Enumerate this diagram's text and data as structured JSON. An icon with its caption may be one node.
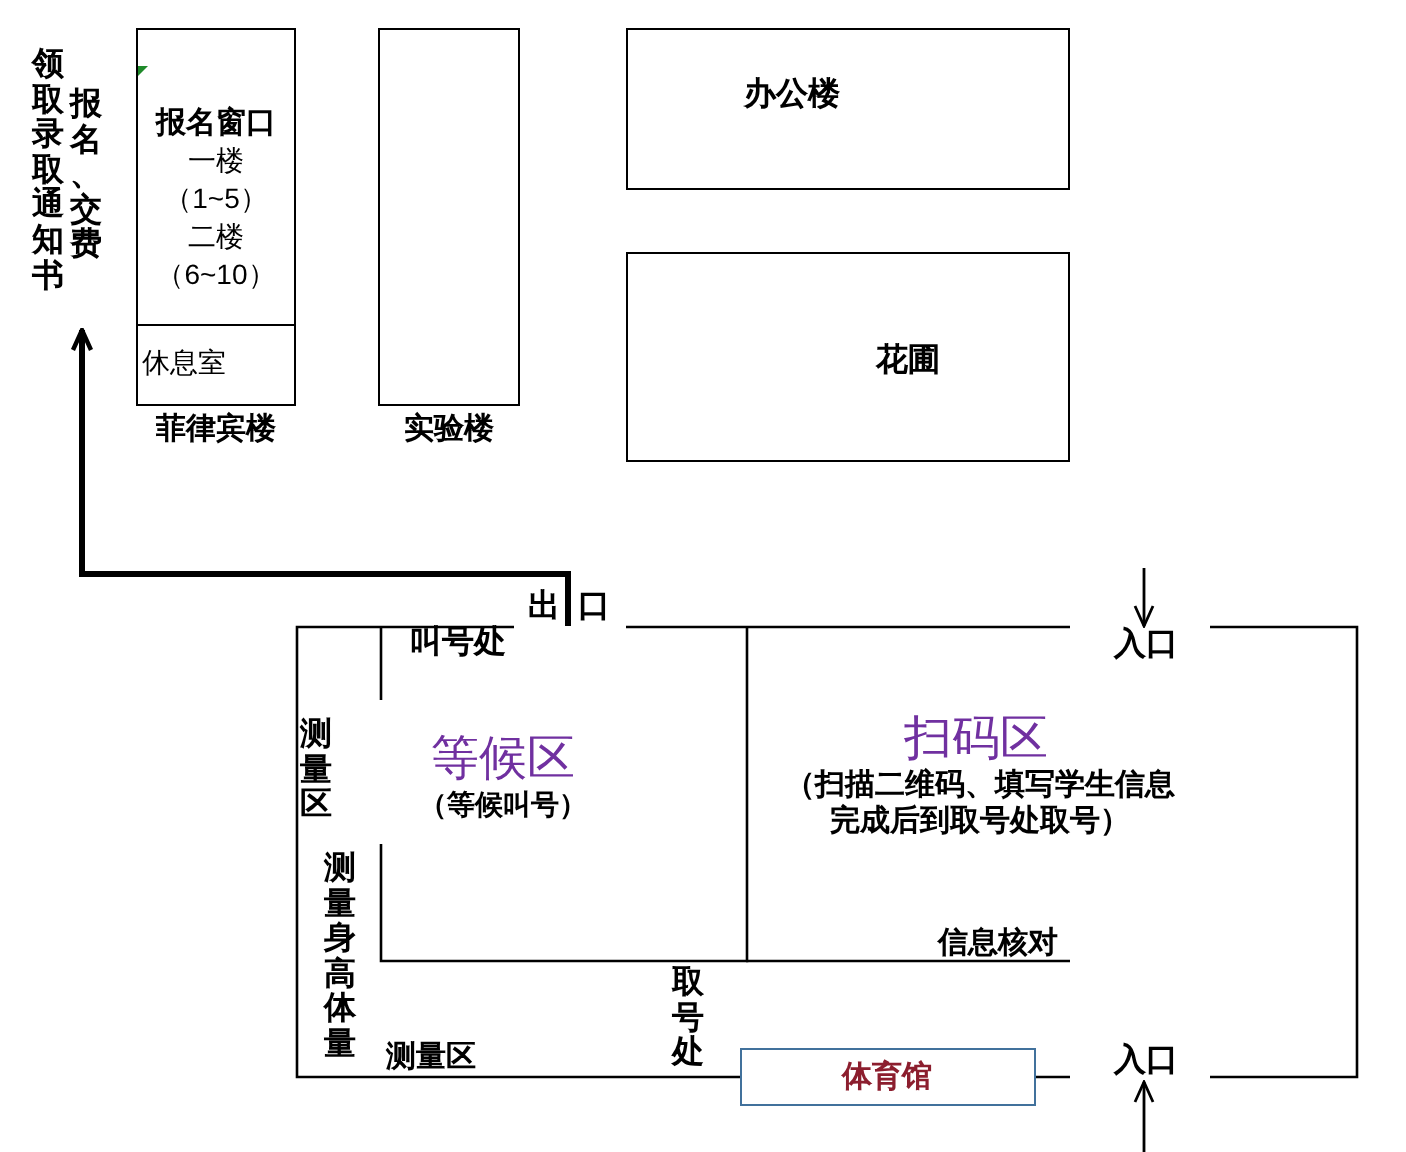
{
  "diagram": {
    "nodes": [
      {
        "text": [
          "领取录取通知书",
          "报名、交费"
        ]
      },
      {
        "text": [
          "菲律宾楼"
        ]
      },
      {
        "text": [
          "报名窗口",
          "一楼（1~5）二楼（6~10）"
        ],
        "in": 1
      },
      {
        "text": [
          "休息室"
        ],
        "in": 1
      },
      {
        "text": [
          "实验楼"
        ]
      },
      {
        "text": [
          "办公楼"
        ]
      },
      {
        "text": [
          "花圃"
        ]
      },
      {
        "text": [],
        "shape": "box"
      },
      {
        "text": [
          "等候区",
          "（等候叫号）"
        ],
        "in": 7
      },
      {
        "text": [
          "扫码区",
          "（扫描二维码、填写学生信息完成后到取号处取号）"
        ],
        "in": 7
      },
      {
        "text": [
          "入口"
        ],
        "in": 9
      },
      {
        "text": [
          "体育馆"
        ]
      },
      {
        "text": [
          "入口"
        ],
        "in": 7
      }
    ],
    "edges": [
      {
        "from": 7,
        "to": 0,
        "arrow": "to",
        "style": "thick"
      },
      {
        "from": null,
        "to": 10,
        "arrow": "to"
      },
      {
        "from": null,
        "to": 12,
        "arrow": "to"
      }
    ],
    "labels": [
      "出口",
      "叫号处",
      "测量区",
      "测量身高体量",
      "信息核对",
      "取号处",
      "测量区"
    ]
  }
}
